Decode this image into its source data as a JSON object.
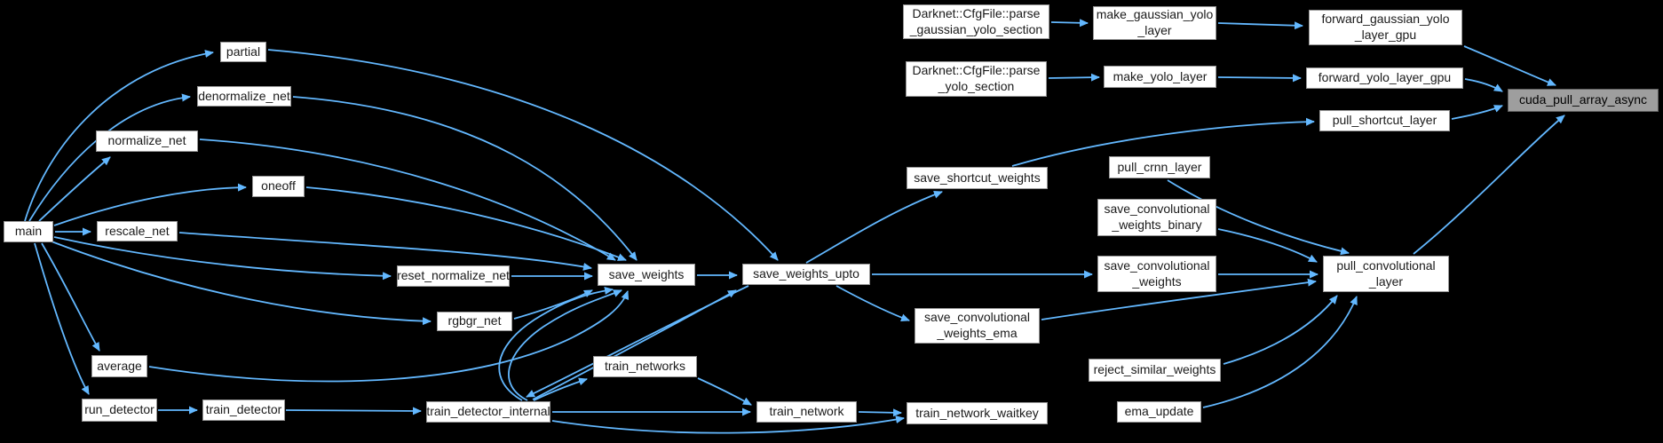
{
  "diagram": {
    "type": "doxygen-caller-graph",
    "focal_node": "cuda_pull_array_async",
    "colors": {
      "background": "#000000",
      "edge": "#63b8ff",
      "node_fill": "#ffffff",
      "node_border": "#969696",
      "node_text": "#1a1a1a",
      "focal_fill": "#9e9e9e",
      "focal_border": "#5f5f5f"
    },
    "nodes": {
      "main": {
        "label": "main"
      },
      "partial": {
        "label": "partial"
      },
      "denormalize_net": {
        "label": "denormalize_net"
      },
      "normalize_net": {
        "label": "normalize_net"
      },
      "oneoff": {
        "label": "oneoff"
      },
      "rescale_net": {
        "label": "rescale_net"
      },
      "reset_normalize_net": {
        "label": "reset_normalize_net"
      },
      "rgbgr_net": {
        "label": "rgbgr_net"
      },
      "average": {
        "label": "average"
      },
      "run_detector": {
        "label": "run_detector"
      },
      "train_detector": {
        "label": "train_detector"
      },
      "train_detector_internal": {
        "label": "train_detector_internal"
      },
      "train_networks": {
        "label": "train_networks"
      },
      "train_network": {
        "label": "train_network"
      },
      "train_network_waitkey": {
        "label": "train_network_waitkey"
      },
      "save_weights": {
        "label": "save_weights"
      },
      "save_weights_upto": {
        "label": "save_weights_upto"
      },
      "save_shortcut_weights": {
        "label": "save_shortcut_weights"
      },
      "save_convolutional_weights": {
        "label": "save_convolutional\n_weights"
      },
      "save_convolutional_weights_binary": {
        "label": "save_convolutional\n_weights_binary"
      },
      "save_convolutional_weights_ema": {
        "label": "save_convolutional\n_weights_ema"
      },
      "pull_crnn_layer": {
        "label": "pull_crnn_layer"
      },
      "reject_similar_weights": {
        "label": "reject_similar_weights"
      },
      "ema_update": {
        "label": "ema_update"
      },
      "parse_gaussian_yolo_section": {
        "label": "Darknet::CfgFile::parse\n_gaussian_yolo_section"
      },
      "parse_yolo_section": {
        "label": "Darknet::CfgFile::parse\n_yolo_section"
      },
      "make_gaussian_yolo_layer": {
        "label": "make_gaussian_yolo\n_layer"
      },
      "make_yolo_layer": {
        "label": "make_yolo_layer"
      },
      "forward_gaussian_yolo_layer_gpu": {
        "label": "forward_gaussian_yolo\n_layer_gpu"
      },
      "forward_yolo_layer_gpu": {
        "label": "forward_yolo_layer_gpu"
      },
      "pull_shortcut_layer": {
        "label": "pull_shortcut_layer"
      },
      "pull_convolutional_layer": {
        "label": "pull_convolutional\n_layer"
      },
      "cuda_pull_array_async": {
        "label": "cuda_pull_array_async"
      }
    },
    "edges": [
      {
        "from": "main",
        "to": "partial"
      },
      {
        "from": "main",
        "to": "denormalize_net"
      },
      {
        "from": "main",
        "to": "normalize_net"
      },
      {
        "from": "main",
        "to": "oneoff"
      },
      {
        "from": "main",
        "to": "rescale_net"
      },
      {
        "from": "main",
        "to": "reset_normalize_net"
      },
      {
        "from": "main",
        "to": "rgbgr_net"
      },
      {
        "from": "main",
        "to": "average"
      },
      {
        "from": "main",
        "to": "run_detector"
      },
      {
        "from": "run_detector",
        "to": "train_detector"
      },
      {
        "from": "train_detector",
        "to": "train_detector_internal"
      },
      {
        "from": "train_detector_internal",
        "to": "save_weights"
      },
      {
        "from": "train_detector_internal",
        "to": "save_weights_upto"
      },
      {
        "from": "save_weights_upto",
        "to": "train_detector_internal"
      },
      {
        "from": "train_detector_internal",
        "to": "train_networks"
      },
      {
        "from": "train_detector_internal",
        "to": "train_network"
      },
      {
        "from": "train_detector_internal",
        "to": "train_network_waitkey"
      },
      {
        "from": "train_networks",
        "to": "train_network"
      },
      {
        "from": "train_network",
        "to": "train_network_waitkey"
      },
      {
        "from": "train_network_waitkey",
        "to": "reject_similar_weights"
      },
      {
        "from": "train_network_waitkey",
        "to": "ema_update"
      },
      {
        "from": "partial",
        "to": "save_weights_upto"
      },
      {
        "from": "denormalize_net",
        "to": "save_weights"
      },
      {
        "from": "normalize_net",
        "to": "save_weights"
      },
      {
        "from": "oneoff",
        "to": "save_weights"
      },
      {
        "from": "rescale_net",
        "to": "save_weights"
      },
      {
        "from": "reset_normalize_net",
        "to": "save_weights"
      },
      {
        "from": "rgbgr_net",
        "to": "save_weights"
      },
      {
        "from": "average",
        "to": "save_weights"
      },
      {
        "from": "save_weights",
        "to": "save_weights_upto"
      },
      {
        "from": "save_weights_upto",
        "to": "save_shortcut_weights"
      },
      {
        "from": "save_weights_upto",
        "to": "save_convolutional_weights"
      },
      {
        "from": "save_weights_upto",
        "to": "save_convolutional_weights_ema"
      },
      {
        "from": "save_shortcut_weights",
        "to": "pull_shortcut_layer"
      },
      {
        "from": "save_convolutional_weights",
        "to": "pull_convolutional_layer"
      },
      {
        "from": "save_convolutional_weights_binary",
        "to": "pull_convolutional_layer"
      },
      {
        "from": "save_convolutional_weights_ema",
        "to": "pull_convolutional_layer"
      },
      {
        "from": "pull_crnn_layer",
        "to": "pull_convolutional_layer"
      },
      {
        "from": "reject_similar_weights",
        "to": "pull_convolutional_layer"
      },
      {
        "from": "ema_update",
        "to": "pull_convolutional_layer"
      },
      {
        "from": "parse_gaussian_yolo_section",
        "to": "make_gaussian_yolo_layer"
      },
      {
        "from": "make_gaussian_yolo_layer",
        "to": "forward_gaussian_yolo_layer_gpu"
      },
      {
        "from": "parse_yolo_section",
        "to": "make_yolo_layer"
      },
      {
        "from": "make_yolo_layer",
        "to": "forward_yolo_layer_gpu"
      },
      {
        "from": "forward_gaussian_yolo_layer_gpu",
        "to": "cuda_pull_array_async"
      },
      {
        "from": "forward_yolo_layer_gpu",
        "to": "cuda_pull_array_async"
      },
      {
        "from": "pull_shortcut_layer",
        "to": "cuda_pull_array_async"
      },
      {
        "from": "pull_convolutional_layer",
        "to": "cuda_pull_array_async"
      }
    ]
  }
}
